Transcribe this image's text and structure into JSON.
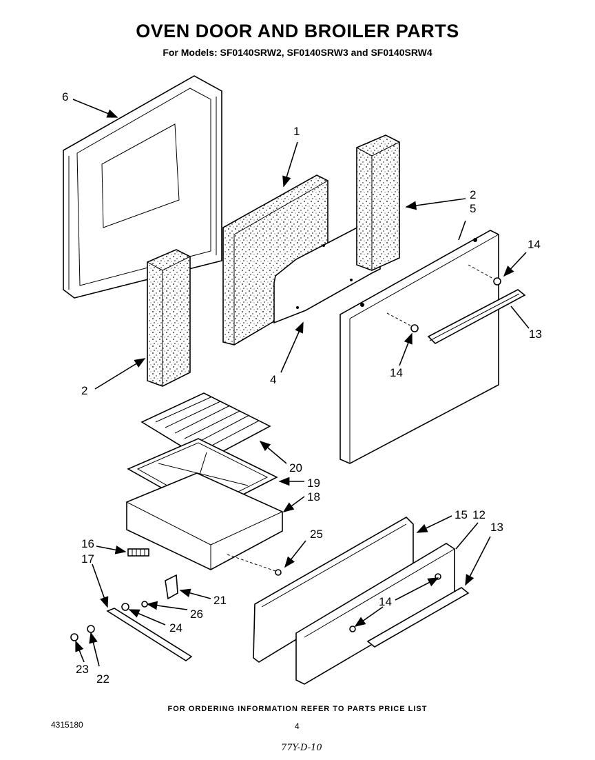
{
  "header": {
    "title": "OVEN DOOR AND BROILER PARTS",
    "subtitle": "For Models: SF0140SRW2, SF0140SRW3 and SF0140SRW4"
  },
  "callouts": {
    "c6": "6",
    "c1": "1",
    "c2a": "2",
    "c2b": "2",
    "c5": "5",
    "c14a": "14",
    "c14b": "14",
    "c13a": "13",
    "c4": "4",
    "c20": "20",
    "c19": "19",
    "c18": "18",
    "c25": "25",
    "c15": "15",
    "c12": "12",
    "c13b": "13",
    "c16": "16",
    "c17": "17",
    "c21": "21",
    "c26": "26",
    "c24": "24",
    "c14c": "14",
    "c23": "23",
    "c22": "22"
  },
  "footer": {
    "note": "FOR ORDERING INFORMATION REFER TO PARTS PRICE LIST",
    "doc_number": "4315180",
    "page_number": "4",
    "handwritten_code": "77Y-D-10"
  }
}
